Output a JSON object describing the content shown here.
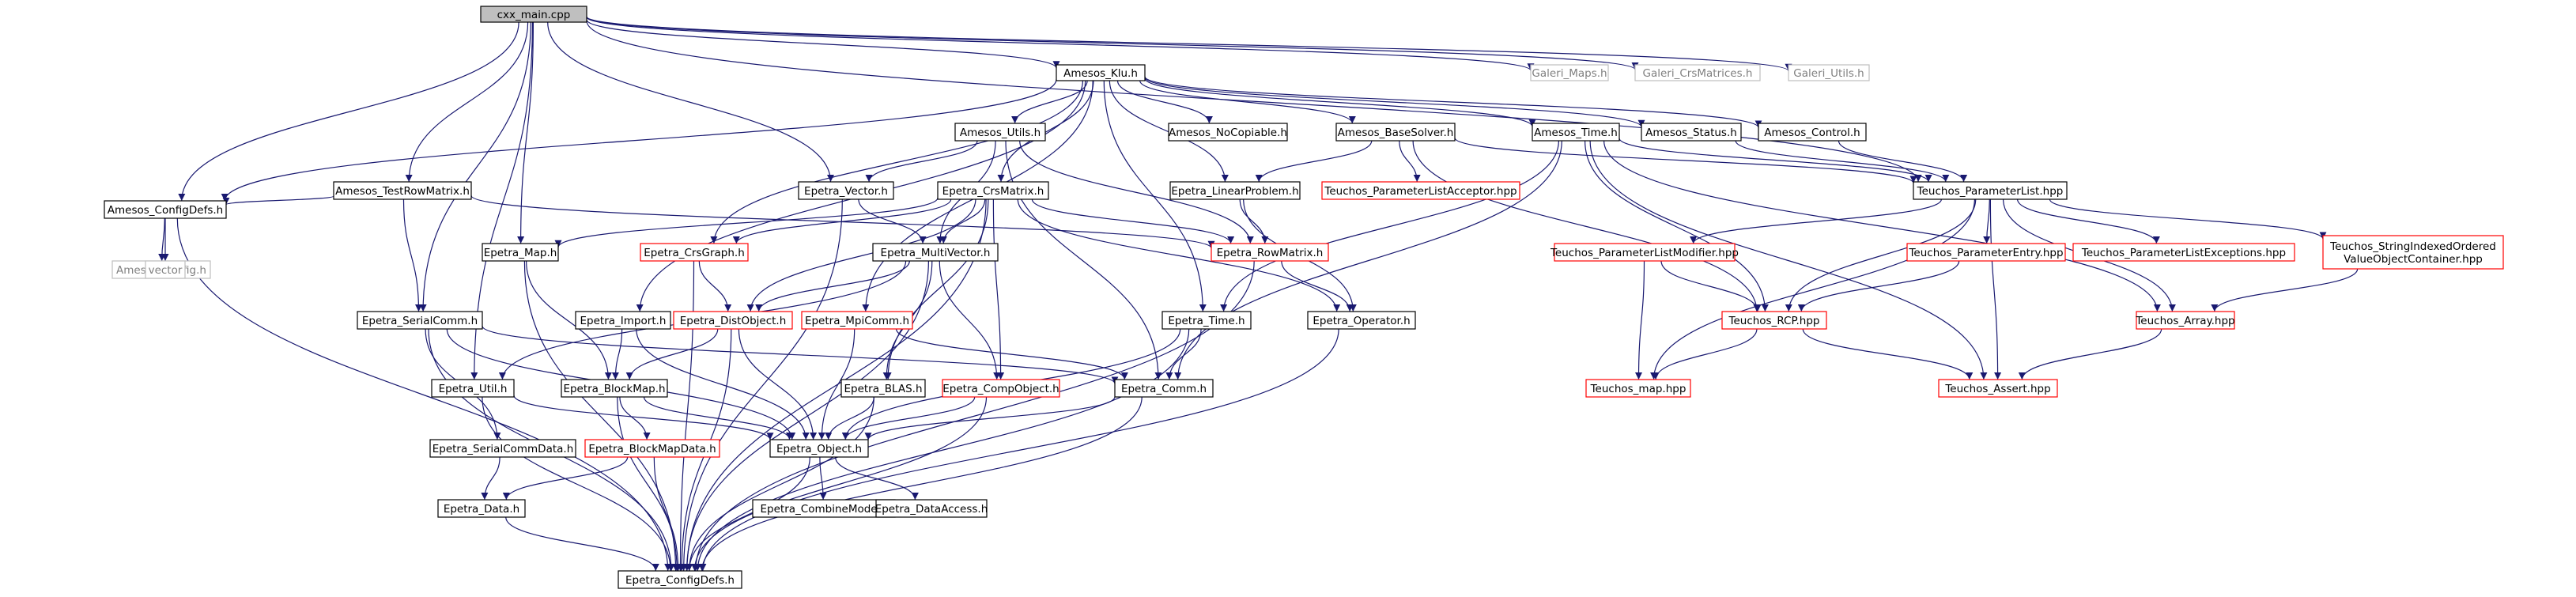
{
  "colors": {
    "edge": "#191970",
    "border_black": "#000000",
    "border_red": "#ff0000",
    "border_gray": "#bfbfbf",
    "text_black": "#000000",
    "text_gray": "#808080",
    "root_fill": "#bfbfbf",
    "node_fill": "#ffffff"
  },
  "nodes": [
    {
      "id": "root",
      "label": "cxx_main.cpp",
      "style": "root"
    },
    {
      "id": "klu",
      "label": "Amesos_Klu.h",
      "style": "black"
    },
    {
      "id": "gmaps",
      "label": "Galeri_Maps.h",
      "style": "gray"
    },
    {
      "id": "gcrs",
      "label": "Galeri_CrsMatrices.h",
      "style": "gray"
    },
    {
      "id": "gutils",
      "label": "Galeri_Utils.h",
      "style": "gray"
    },
    {
      "id": "autils",
      "label": "Amesos_Utils.h",
      "style": "black"
    },
    {
      "id": "anocopy",
      "label": "Amesos_NoCopiable.h",
      "style": "black"
    },
    {
      "id": "abase",
      "label": "Amesos_BaseSolver.h",
      "style": "black"
    },
    {
      "id": "atime",
      "label": "Amesos_Time.h",
      "style": "black"
    },
    {
      "id": "astatus",
      "label": "Amesos_Status.h",
      "style": "black"
    },
    {
      "id": "acontrol",
      "label": "Amesos_Control.h",
      "style": "black"
    },
    {
      "id": "atestrow",
      "label": "Amesos_TestRowMatrix.h",
      "style": "black"
    },
    {
      "id": "evector",
      "label": "Epetra_Vector.h",
      "style": "black"
    },
    {
      "id": "ecrsmat",
      "label": "Epetra_CrsMatrix.h",
      "style": "black"
    },
    {
      "id": "elinprob",
      "label": "Epetra_LinearProblem.h",
      "style": "black"
    },
    {
      "id": "tplacc",
      "label": "Teuchos_ParameterListAcceptor.hpp",
      "style": "red"
    },
    {
      "id": "tplist",
      "label": "Teuchos_ParameterList.hpp",
      "style": "black"
    },
    {
      "id": "aconfig",
      "label": "Amesos_ConfigDefs.h",
      "style": "black"
    },
    {
      "id": "aconfigh",
      "label": "Amesos_config.h",
      "style": "gray"
    },
    {
      "id": "vector",
      "label": "vector",
      "style": "gray"
    },
    {
      "id": "emap",
      "label": "Epetra_Map.h",
      "style": "black"
    },
    {
      "id": "ecrsgraph",
      "label": "Epetra_CrsGraph.h",
      "style": "red"
    },
    {
      "id": "emultivec",
      "label": "Epetra_MultiVector.h",
      "style": "black"
    },
    {
      "id": "erowmat",
      "label": "Epetra_RowMatrix.h",
      "style": "red"
    },
    {
      "id": "tplmod",
      "label": "Teuchos_ParameterListModifier.hpp",
      "style": "red"
    },
    {
      "id": "tpentry",
      "label": "Teuchos_ParameterEntry.hpp",
      "style": "red"
    },
    {
      "id": "tplexc",
      "label": "Teuchos_ParameterListExceptions.hpp",
      "style": "red"
    },
    {
      "id": "tsivo",
      "label": "Teuchos_StringIndexedOrdered\nValueObjectContainer.hpp",
      "style": "red"
    },
    {
      "id": "eserial",
      "label": "Epetra_SerialComm.h",
      "style": "black"
    },
    {
      "id": "eimport",
      "label": "Epetra_Import.h",
      "style": "black"
    },
    {
      "id": "edistobj",
      "label": "Epetra_DistObject.h",
      "style": "red"
    },
    {
      "id": "empicomm",
      "label": "Epetra_MpiComm.h",
      "style": "red"
    },
    {
      "id": "etime",
      "label": "Epetra_Time.h",
      "style": "black"
    },
    {
      "id": "eoperator",
      "label": "Epetra_Operator.h",
      "style": "black"
    },
    {
      "id": "trcp",
      "label": "Teuchos_RCP.hpp",
      "style": "red"
    },
    {
      "id": "tarray",
      "label": "Teuchos_Array.hpp",
      "style": "red"
    },
    {
      "id": "eutil",
      "label": "Epetra_Util.h",
      "style": "black"
    },
    {
      "id": "eblockmap",
      "label": "Epetra_BlockMap.h",
      "style": "black"
    },
    {
      "id": "eblas",
      "label": "Epetra_BLAS.h",
      "style": "black"
    },
    {
      "id": "ecompobj",
      "label": "Epetra_CompObject.h",
      "style": "red"
    },
    {
      "id": "ecomm",
      "label": "Epetra_Comm.h",
      "style": "black"
    },
    {
      "id": "tmap",
      "label": "Teuchos_map.hpp",
      "style": "red"
    },
    {
      "id": "tassert",
      "label": "Teuchos_Assert.hpp",
      "style": "red"
    },
    {
      "id": "eserialdata",
      "label": "Epetra_SerialCommData.h",
      "style": "black"
    },
    {
      "id": "eblockmapdata",
      "label": "Epetra_BlockMapData.h",
      "style": "red"
    },
    {
      "id": "eobject",
      "label": "Epetra_Object.h",
      "style": "black"
    },
    {
      "id": "edata",
      "label": "Epetra_Data.h",
      "style": "black"
    },
    {
      "id": "ecombine",
      "label": "Epetra_CombineMode.h",
      "style": "black"
    },
    {
      "id": "edataacc",
      "label": "Epetra_DataAccess.h",
      "style": "black"
    },
    {
      "id": "econfig",
      "label": "Epetra_ConfigDefs.h",
      "style": "black"
    }
  ],
  "edges": [
    [
      "root",
      "klu"
    ],
    [
      "root",
      "gmaps"
    ],
    [
      "root",
      "gcrs"
    ],
    [
      "root",
      "gutils"
    ],
    [
      "root",
      "aconfig"
    ],
    [
      "root",
      "atestrow"
    ],
    [
      "root",
      "emap"
    ],
    [
      "root",
      "evector"
    ],
    [
      "root",
      "eserial"
    ],
    [
      "root",
      "eutil"
    ],
    [
      "root",
      "tplist"
    ],
    [
      "klu",
      "autils"
    ],
    [
      "klu",
      "anocopy"
    ],
    [
      "klu",
      "abase"
    ],
    [
      "klu",
      "atime"
    ],
    [
      "klu",
      "astatus"
    ],
    [
      "klu",
      "acontrol"
    ],
    [
      "klu",
      "ecrsmat"
    ],
    [
      "klu",
      "elinprob"
    ],
    [
      "klu",
      "aconfig"
    ],
    [
      "klu",
      "ecrsgraph"
    ],
    [
      "klu",
      "eimport"
    ],
    [
      "klu",
      "empicomm"
    ],
    [
      "klu",
      "etime"
    ],
    [
      "autils",
      "evector"
    ],
    [
      "autils",
      "emultivec"
    ],
    [
      "autils",
      "erowmat"
    ],
    [
      "autils",
      "ecomm"
    ],
    [
      "abase",
      "elinprob"
    ],
    [
      "abase",
      "tplacc"
    ],
    [
      "abase",
      "tplist"
    ],
    [
      "abase",
      "trcp"
    ],
    [
      "atime",
      "tplist"
    ],
    [
      "atime",
      "etime"
    ],
    [
      "atime",
      "trcp"
    ],
    [
      "atime",
      "tassert"
    ],
    [
      "atime",
      "tarray"
    ],
    [
      "atime",
      "ecomm"
    ],
    [
      "astatus",
      "tplist"
    ],
    [
      "acontrol",
      "tplist"
    ],
    [
      "atestrow",
      "aconfig"
    ],
    [
      "atestrow",
      "eserial"
    ],
    [
      "atestrow",
      "erowmat"
    ],
    [
      "aconfig",
      "aconfigh"
    ],
    [
      "aconfig",
      "vector"
    ],
    [
      "aconfig",
      "econfig"
    ],
    [
      "evector",
      "emultivec"
    ],
    [
      "evector",
      "econfig"
    ],
    [
      "ecrsmat",
      "emap"
    ],
    [
      "ecrsmat",
      "ecrsgraph"
    ],
    [
      "ecrsmat",
      "emultivec"
    ],
    [
      "ecrsmat",
      "erowmat"
    ],
    [
      "ecrsmat",
      "eoperator"
    ],
    [
      "ecrsmat",
      "edistobj"
    ],
    [
      "ecrsmat",
      "eblas"
    ],
    [
      "ecrsmat",
      "ecompobj"
    ],
    [
      "ecrsmat",
      "econfig"
    ],
    [
      "elinprob",
      "erowmat"
    ],
    [
      "elinprob",
      "eoperator"
    ],
    [
      "tplist",
      "tplmod"
    ],
    [
      "tplist",
      "tpentry"
    ],
    [
      "tplist",
      "tplexc"
    ],
    [
      "tplist",
      "tsivo"
    ],
    [
      "tplist",
      "trcp"
    ],
    [
      "tplist",
      "tmap"
    ],
    [
      "tplist",
      "tarray"
    ],
    [
      "tplist",
      "tassert"
    ],
    [
      "emap",
      "eblockmap"
    ],
    [
      "emap",
      "econfig"
    ],
    [
      "ecrsgraph",
      "edistobj"
    ],
    [
      "ecrsgraph",
      "econfig"
    ],
    [
      "emultivec",
      "edistobj"
    ],
    [
      "emultivec",
      "eblas"
    ],
    [
      "emultivec",
      "ecompobj"
    ],
    [
      "emultivec",
      "eutil"
    ],
    [
      "emultivec",
      "econfig"
    ],
    [
      "erowmat",
      "eoperator"
    ],
    [
      "erowmat",
      "econfig"
    ],
    [
      "tplmod",
      "trcp"
    ],
    [
      "tplmod",
      "tmap"
    ],
    [
      "tpentry",
      "trcp"
    ],
    [
      "tsivo",
      "tarray"
    ],
    [
      "eserial",
      "eserialdata"
    ],
    [
      "eserial",
      "ecomm"
    ],
    [
      "eserial",
      "eobject"
    ],
    [
      "eserial",
      "econfig"
    ],
    [
      "eimport",
      "eblockmap"
    ],
    [
      "eimport",
      "eobject"
    ],
    [
      "edistobj",
      "eblockmap"
    ],
    [
      "edistobj",
      "eobject"
    ],
    [
      "edistobj",
      "econfig"
    ],
    [
      "empicomm",
      "ecomm"
    ],
    [
      "empicomm",
      "eobject"
    ],
    [
      "etime",
      "ecomm"
    ],
    [
      "etime",
      "eobject"
    ],
    [
      "etime",
      "econfig"
    ],
    [
      "eoperator",
      "econfig"
    ],
    [
      "trcp",
      "tmap"
    ],
    [
      "trcp",
      "tassert"
    ],
    [
      "tarray",
      "tassert"
    ],
    [
      "eutil",
      "eobject"
    ],
    [
      "eutil",
      "econfig"
    ],
    [
      "eblockmap",
      "eblockmapdata"
    ],
    [
      "eblockmap",
      "eobject"
    ],
    [
      "eblockmap",
      "econfig"
    ],
    [
      "eblas",
      "eobject"
    ],
    [
      "eblas",
      "econfig"
    ],
    [
      "ecompobj",
      "eobject"
    ],
    [
      "ecompobj",
      "econfig"
    ],
    [
      "ecomm",
      "eobject"
    ],
    [
      "ecomm",
      "econfig"
    ],
    [
      "eserialdata",
      "edata"
    ],
    [
      "eblockmapdata",
      "edata"
    ],
    [
      "eblockmapdata",
      "econfig"
    ],
    [
      "eobject",
      "ecombine"
    ],
    [
      "eobject",
      "edataacc"
    ],
    [
      "eobject",
      "econfig"
    ],
    [
      "edata",
      "econfig"
    ]
  ]
}
